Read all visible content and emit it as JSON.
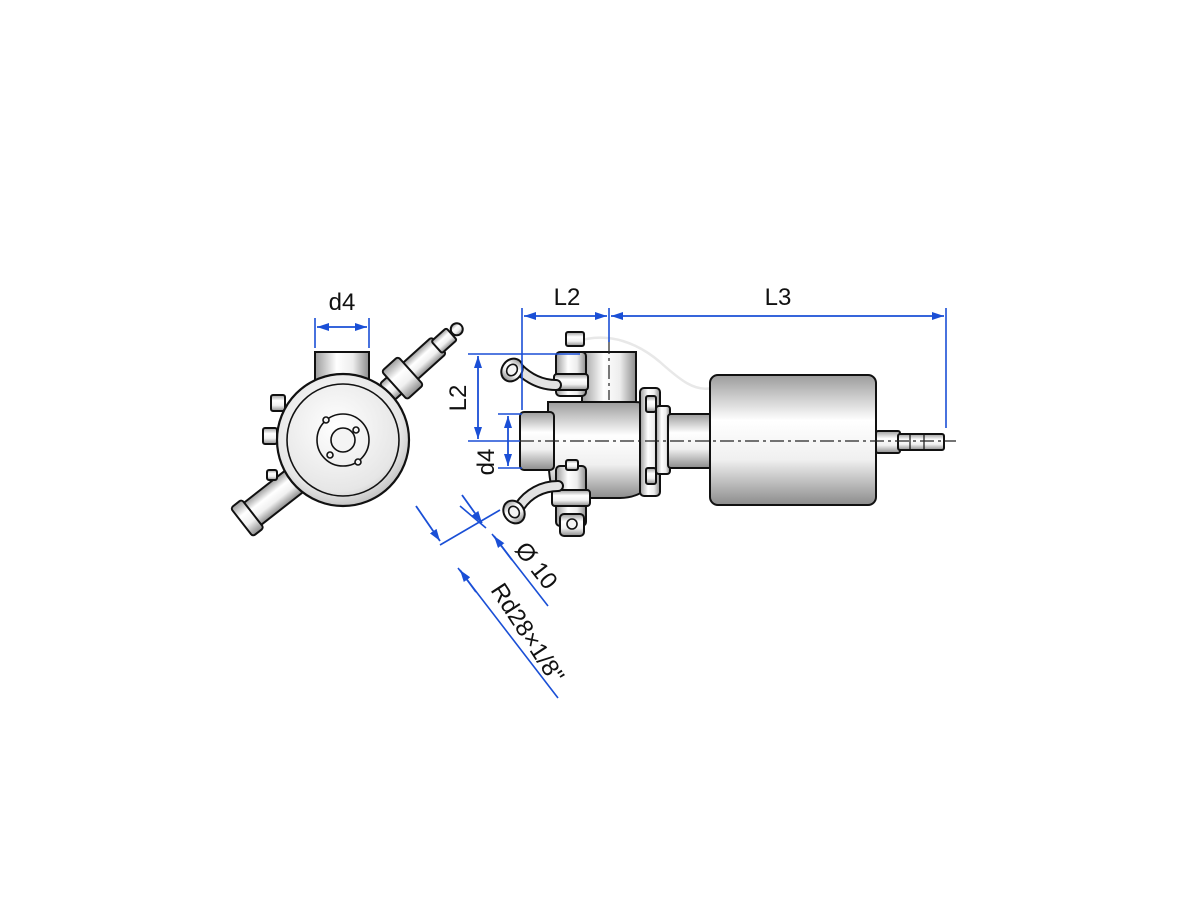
{
  "colors": {
    "dimension": "#1a4fd6",
    "outline": "#111111",
    "metal_light": "#ffffff",
    "metal_dark": "#9a9a9a"
  },
  "dimensions": {
    "d4_top": "d4",
    "l2_horizontal": "L2",
    "l3": "L3",
    "l2_vertical": "L2",
    "d4_vertical": "d4",
    "diameter": "Ø 10",
    "thread": "Rd28×1/8\""
  }
}
